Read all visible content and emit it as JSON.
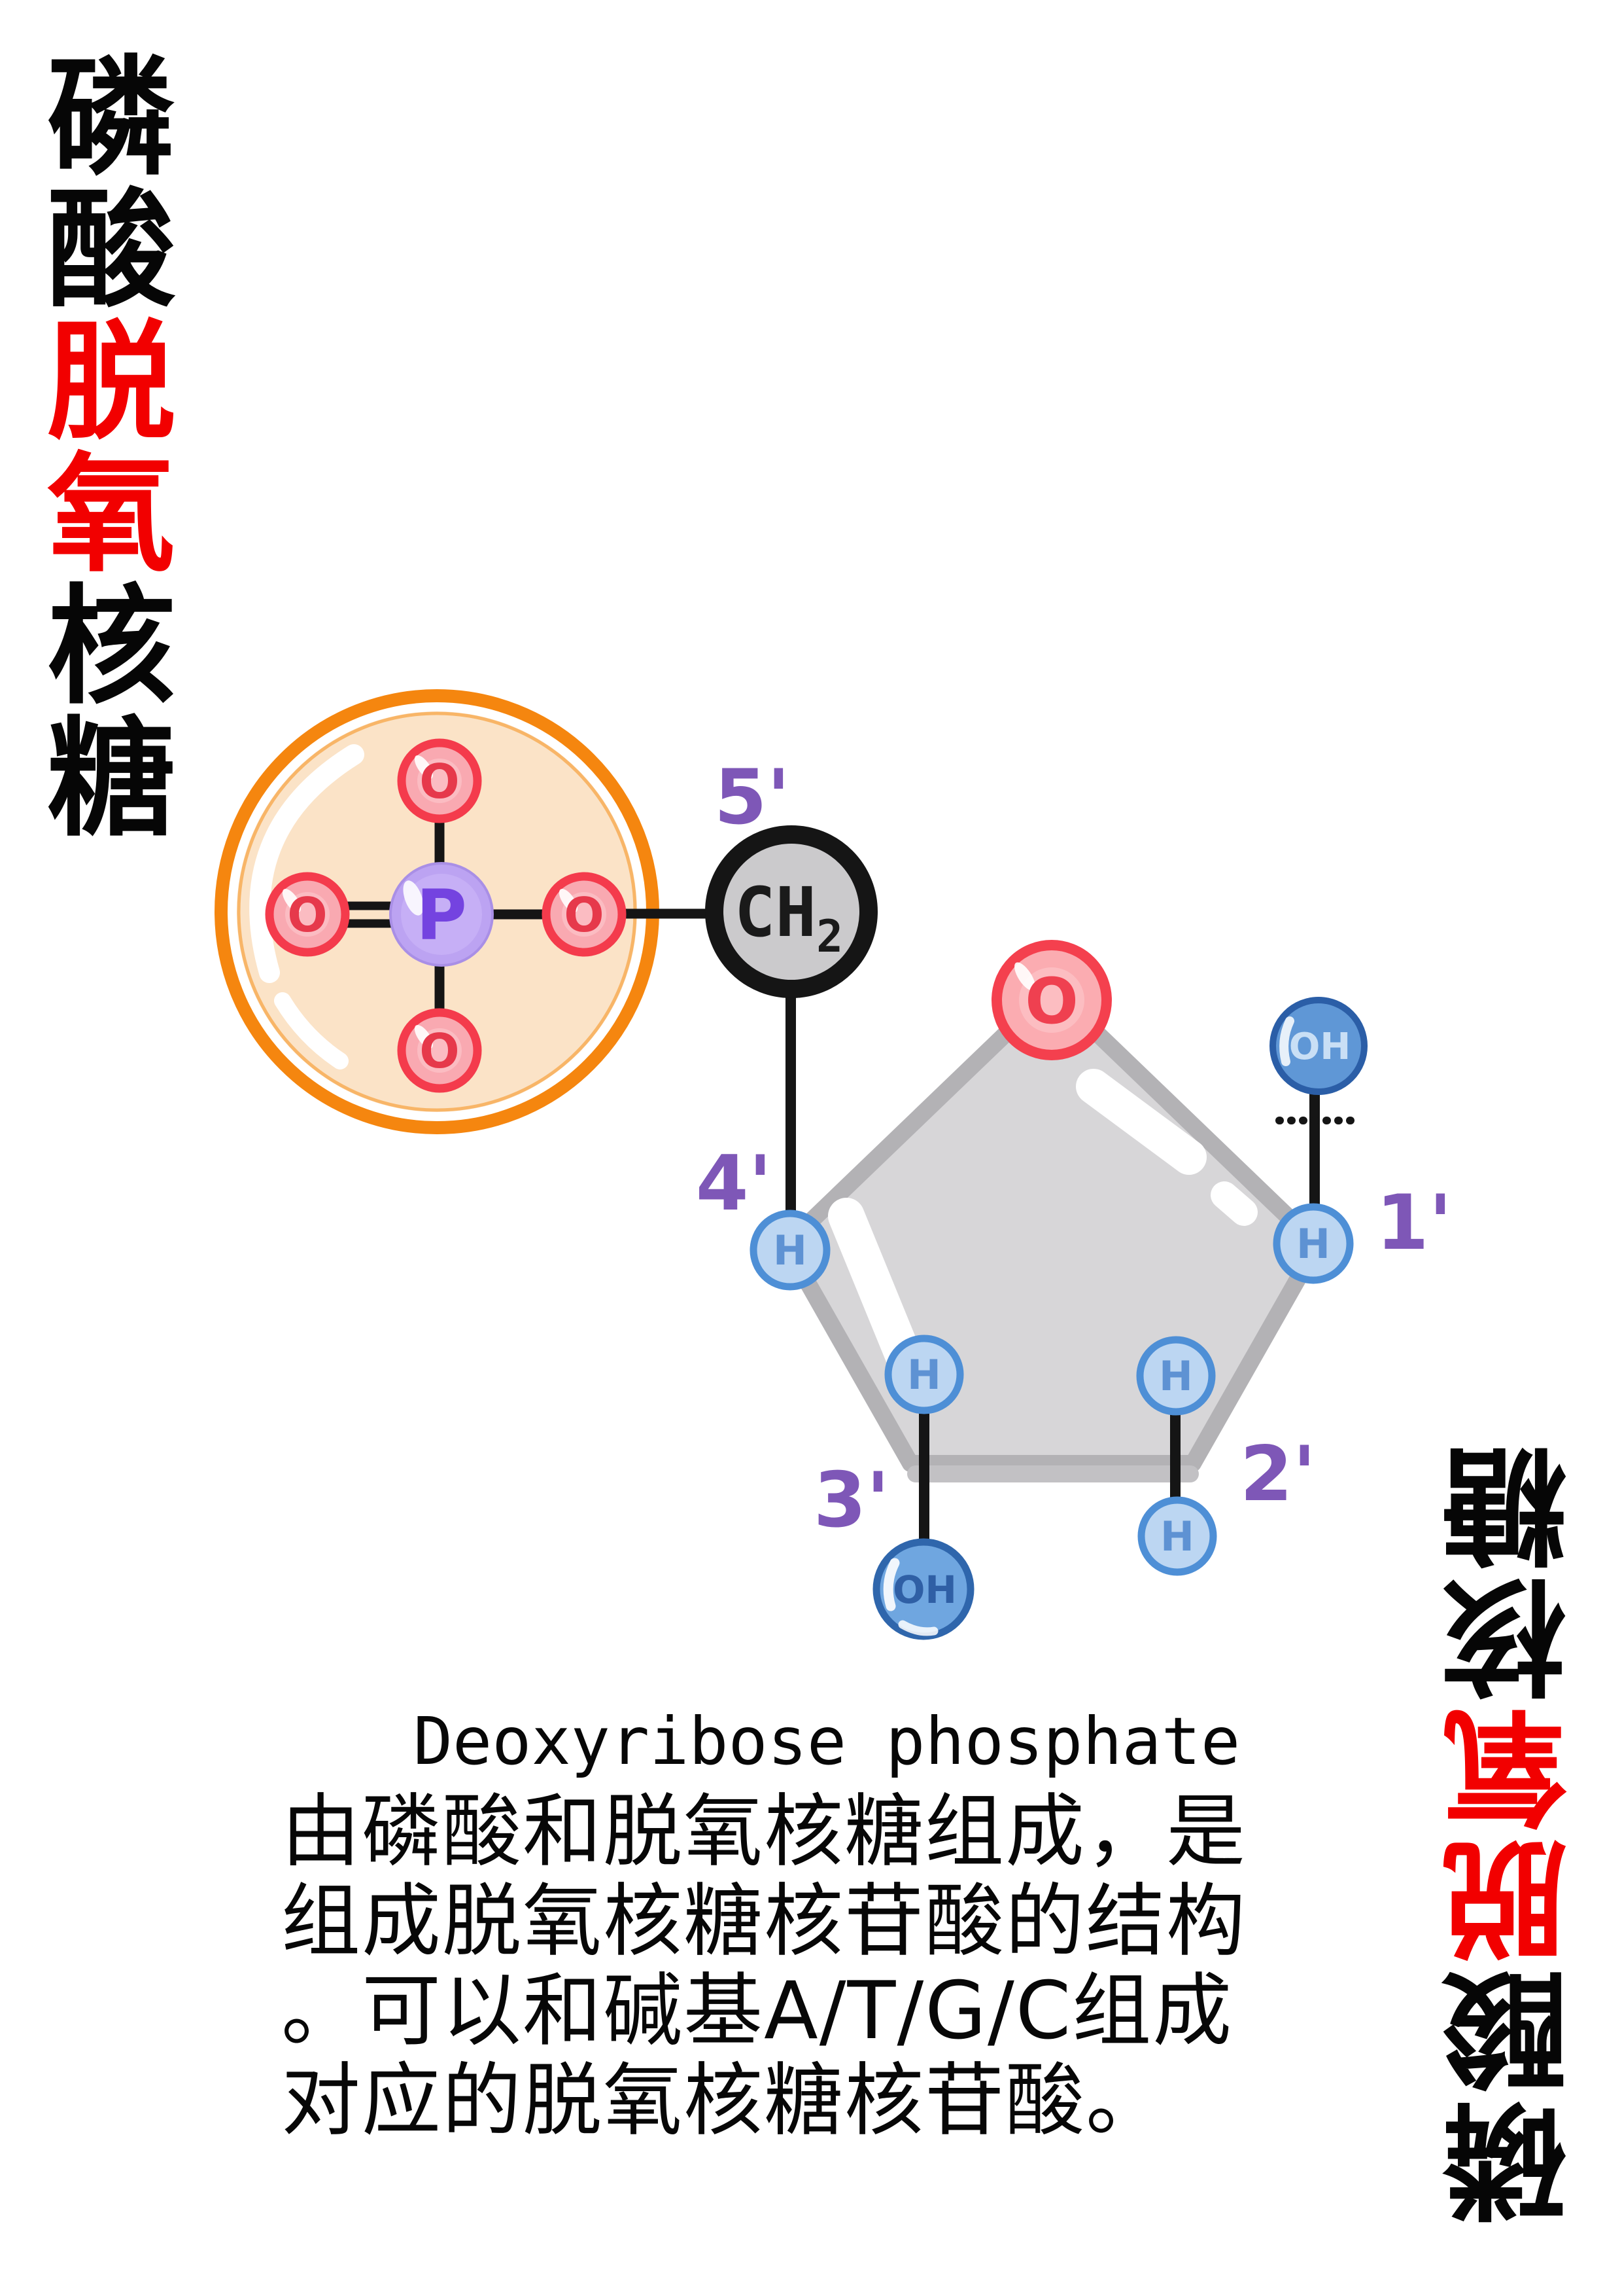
{
  "side_text": {
    "chars": [
      {
        "ch": "磷",
        "style": "color:#060606"
      },
      {
        "ch": "酸",
        "style": "color:#060606"
      },
      {
        "ch": "脱",
        "style": "color:#F20000"
      },
      {
        "ch": "氧",
        "style": "color:#F20000"
      },
      {
        "ch": "核",
        "style": "color:#060606"
      },
      {
        "ch": "糖",
        "style": "color:#060606"
      }
    ]
  },
  "molecule": {
    "position_labels": {
      "c5": "5'",
      "c4": "4'",
      "c3": "3'",
      "c2": "2'",
      "c1": "1'"
    },
    "atom_labels": {
      "phosphorus": "P",
      "oxygen": "O",
      "hydroxyl": "OH",
      "hydrogen": "H",
      "methylene": "CH",
      "methylene_sub": "2"
    },
    "colors": {
      "phosphate_bubble_ring": "#F5860F",
      "phosphate_bubble_fill": "#FBE3C7",
      "oxygen_ring": "#F43B4C",
      "oxygen_fill": "#F9A9B1",
      "ring_oxygen_stroke": "#F4404E",
      "ring_oxygen_fill": "#FBACB1",
      "phosphorus_fill": "#BCA3F2",
      "phosphorus_text": "#7443E0",
      "sugar_ring_fill": "#D7D6D8",
      "sugar_ring_border": "#B3B2B5",
      "hydrogen_fill": "#BCD6F2",
      "hydrogen_ring": "#4E8FD6",
      "hydroxyl_fill": "#6FA6E0",
      "hydroxyl_ring": "#2F66AC",
      "methylene_fill": "#CBCACC",
      "bond": "#151515",
      "label_purple": "#7E57B7",
      "red_accent": "#F20000"
    }
  },
  "caption": {
    "title": "Deoxyribose phosphate",
    "lines": [
      "由磷酸和脱氧核糖组成，是",
      "组成脱氧核糖核苷酸的结构",
      "。可以和碱基A/T/G/C组成",
      "对应的脱氧核糖核苷酸。"
    ]
  }
}
